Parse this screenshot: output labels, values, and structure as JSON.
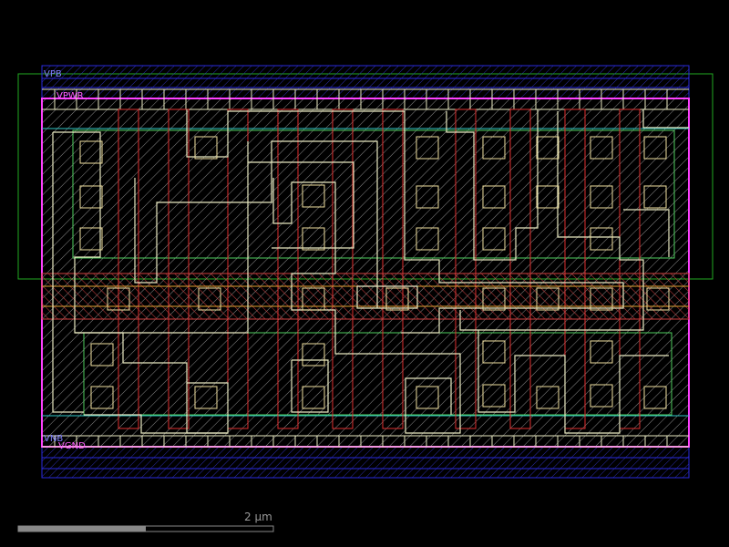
{
  "viewer": {
    "background": "#000000"
  },
  "layers": {
    "nwell": "#22aa22",
    "metal1": "#2a2add",
    "metal2": "#6060ff",
    "boundary": "#ff40ff",
    "poly": "#e03030",
    "li": "#e8e8c0",
    "contact": "#f0e0a0",
    "diff": "#50d060",
    "tap": "#30c8c8",
    "hatch": "#b8b8b8",
    "red_band": "#d04040",
    "orange_band": "#e0a030"
  },
  "labels": {
    "vpwr": "VPWR",
    "vgnd": "VGND",
    "top_left": "VPB",
    "bottom_left": "VNB"
  },
  "scale": {
    "text": "2 µm",
    "fill_fraction": 0.5
  }
}
